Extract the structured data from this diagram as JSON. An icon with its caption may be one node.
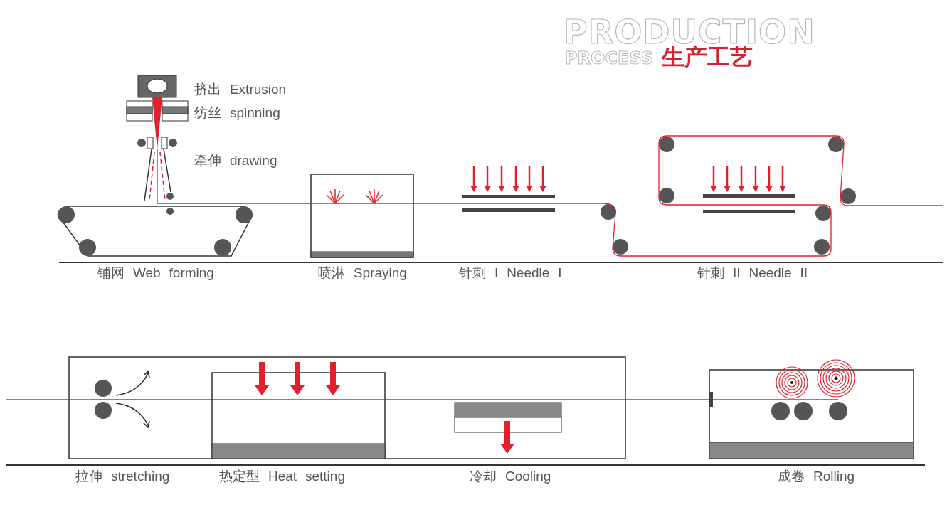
{
  "diagram": {
    "title": "PRODUCTION",
    "labels": [
      "PROCESS",
      "生产工艺",
      "挤出 Extrusion",
      "纺丝 spinning",
      "牵伸 drawing",
      "铺网 Web forming",
      "喷淋 Spraying",
      "针刺 I Needle I",
      "针刺 II Needle II",
      "拉伸 stretching",
      "热定型 Heat setting",
      "冷却 Cooling",
      "成卷 Rolling"
    ]
  }
}
